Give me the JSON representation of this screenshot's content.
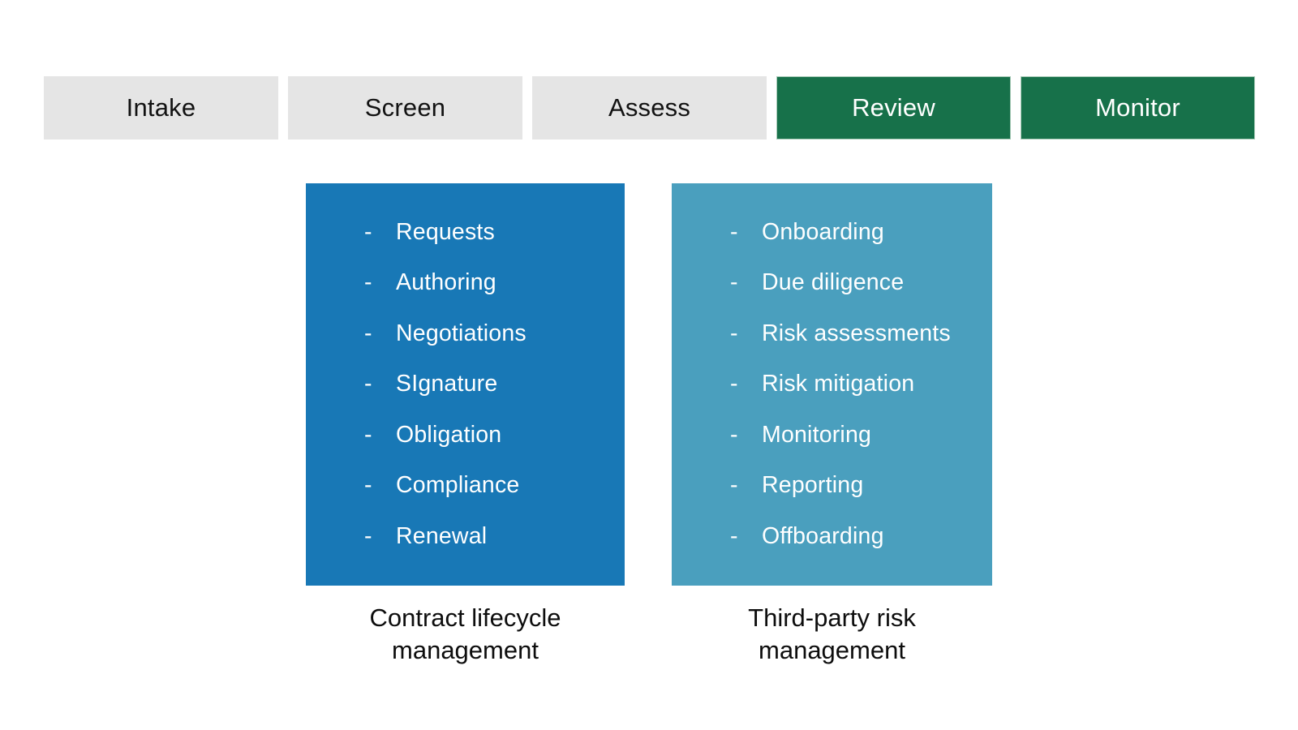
{
  "stages": {
    "items": [
      {
        "label": "Intake",
        "state": "inactive"
      },
      {
        "label": "Screen",
        "state": "inactive"
      },
      {
        "label": "Assess",
        "state": "inactive"
      },
      {
        "label": "Review",
        "state": "active"
      },
      {
        "label": "Monitor",
        "state": "active"
      }
    ],
    "colors": {
      "inactive_bg": "#e5e5e5",
      "inactive_text": "#121212",
      "active_bg": "#17714a",
      "active_text": "#ffffff"
    }
  },
  "bullet": "-",
  "panels": [
    {
      "name": "contract-lifecycle-management",
      "bg": "#1878b6",
      "text_color": "#ffffff",
      "items": [
        "Requests",
        "Authoring",
        "Negotiations",
        "SIgnature",
        "Obligation",
        "Compliance",
        "Renewal"
      ],
      "caption": "Contract lifecycle management"
    },
    {
      "name": "third-party-risk-management",
      "bg": "#4a9fbe",
      "text_color": "#ffffff",
      "items": [
        "Onboarding",
        "Due diligence",
        "Risk assessments",
        "Risk mitigation",
        "Monitoring",
        "Reporting",
        "Offboarding"
      ],
      "caption": "Third-party risk management"
    }
  ]
}
